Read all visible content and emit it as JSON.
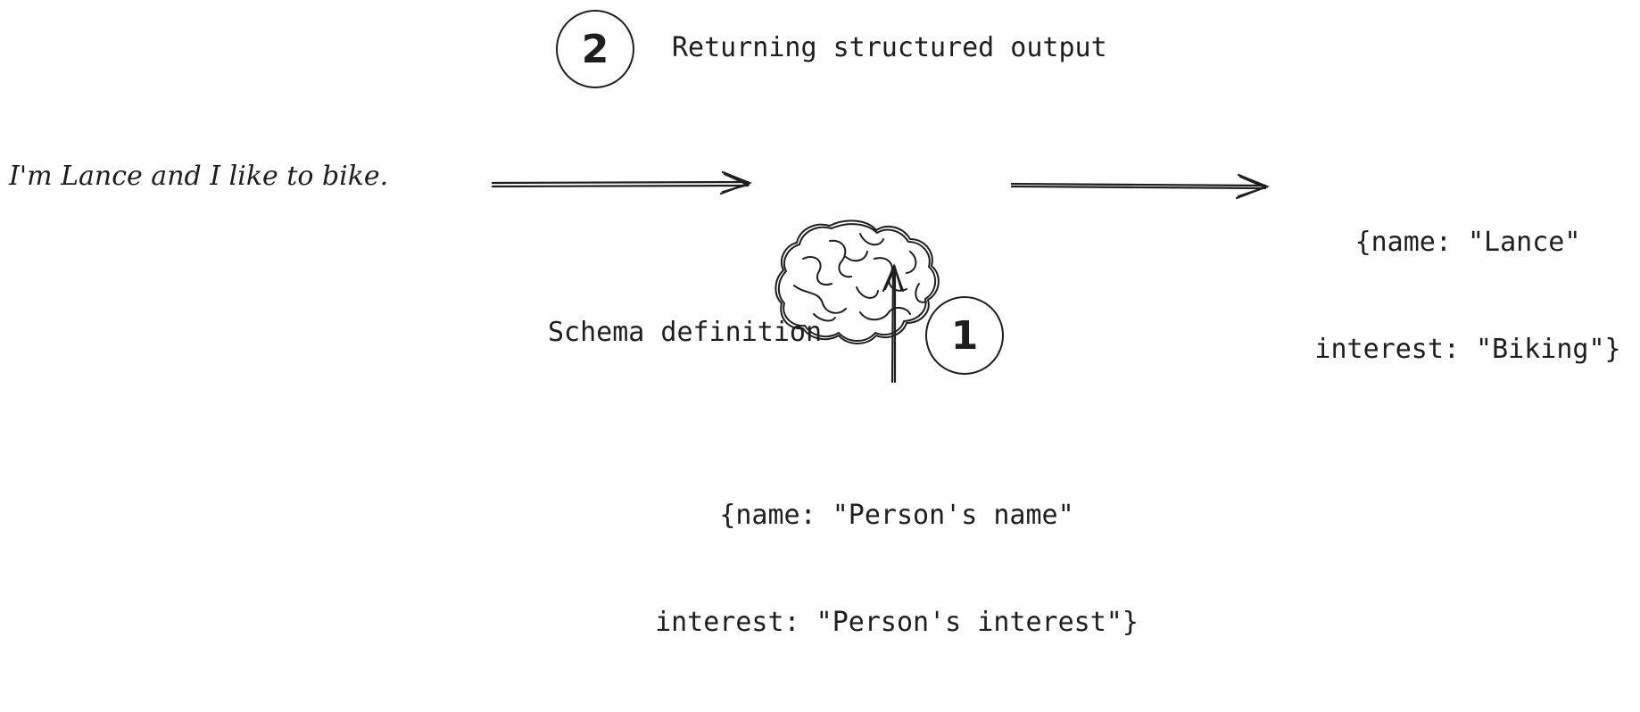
{
  "step2": {
    "number": "2",
    "title": "Returning structured output"
  },
  "step1": {
    "number": "1",
    "title": "Schema definition"
  },
  "input_text": "I'm Lance and I like to bike.",
  "output": {
    "line1": "{name: \"Lance\"",
    "line2": "interest: \"Biking\"}"
  },
  "schema": {
    "line1": "{name: \"Person's name\"",
    "line2": "interest: \"Person's interest\"}"
  },
  "icons": {
    "model": "brain-icon"
  },
  "colors": {
    "ink": "#1e1e1e",
    "background": "#ffffff"
  }
}
